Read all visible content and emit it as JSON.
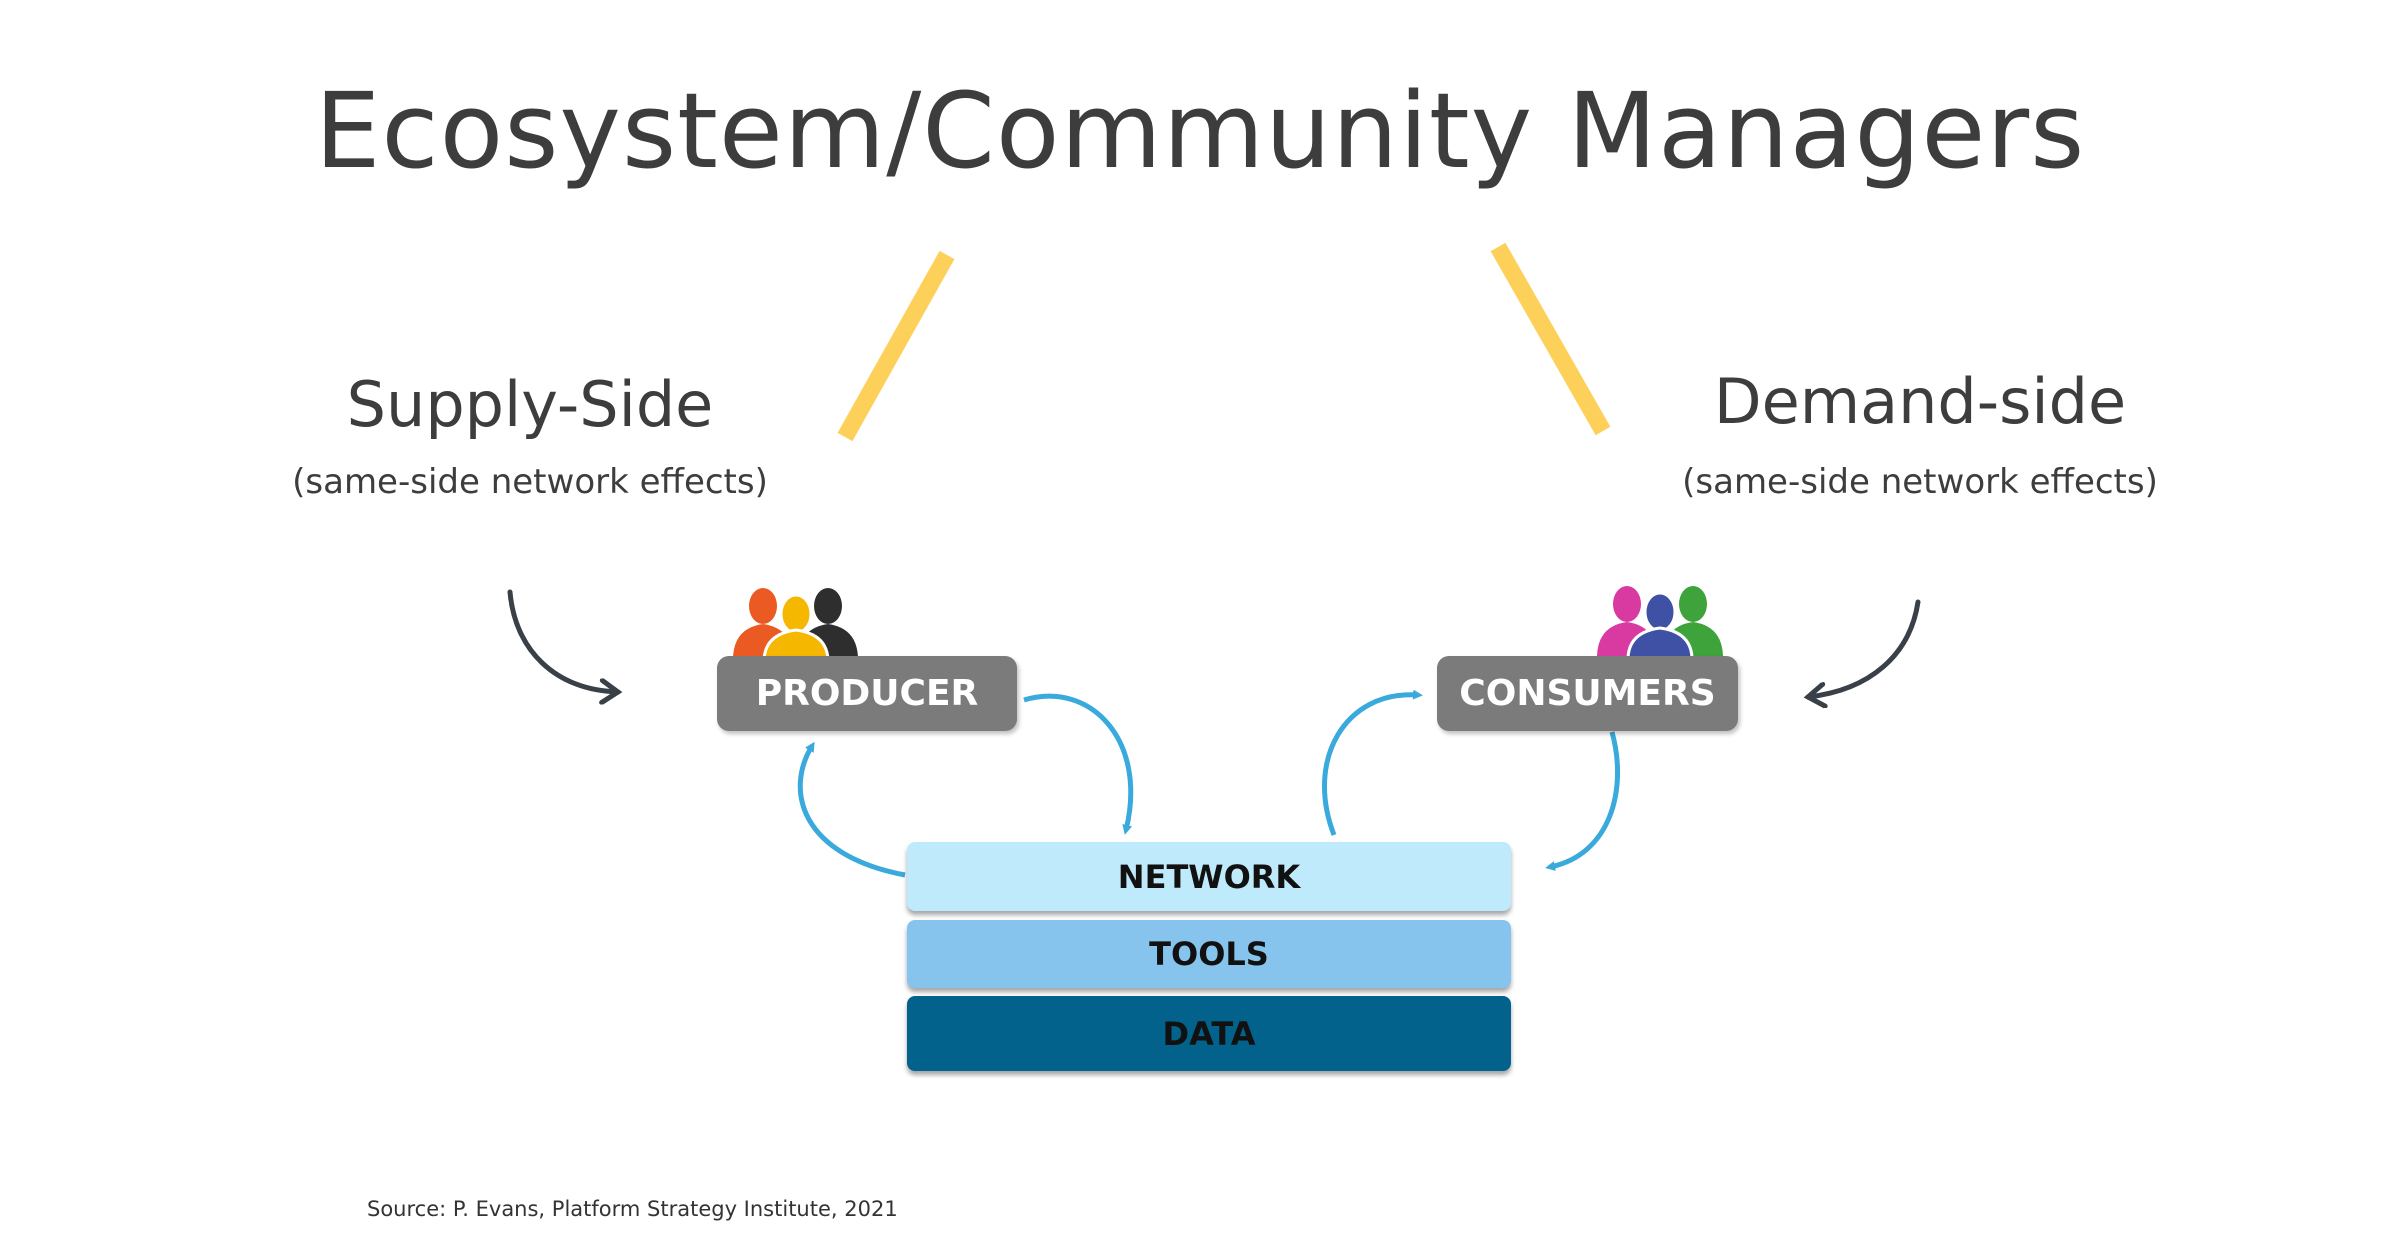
{
  "title": "Ecosystem/Community Managers",
  "supply_side": {
    "heading": "Supply-Side",
    "subheading": "(same-side network effects)"
  },
  "demand_side": {
    "heading": "Demand-side",
    "subheading": "(same-side network effects)"
  },
  "roles": {
    "producer": "PRODUCER",
    "consumers": "CONSUMERS"
  },
  "platform_layers": {
    "network": "NETWORK",
    "tools": "TOOLS",
    "data": "DATA"
  },
  "source": "Source: P. Evans, Platform Strategy Institute, 2021",
  "colors": {
    "connector_yellow": "#fdd05a",
    "cycle_arrow_blue": "#3aa9dc",
    "curved_arrow_dark": "#3a4048",
    "role_box_gray": "#7b7b7b",
    "network_layer": "#bfeafb",
    "tools_layer": "#86c4ee",
    "data_layer": "#02628b"
  },
  "icons": {
    "producer_group": [
      "orange-person-icon",
      "yellow-person-icon",
      "black-person-icon"
    ],
    "consumer_group": [
      "magenta-person-icon",
      "blue-person-icon",
      "green-person-icon"
    ]
  }
}
